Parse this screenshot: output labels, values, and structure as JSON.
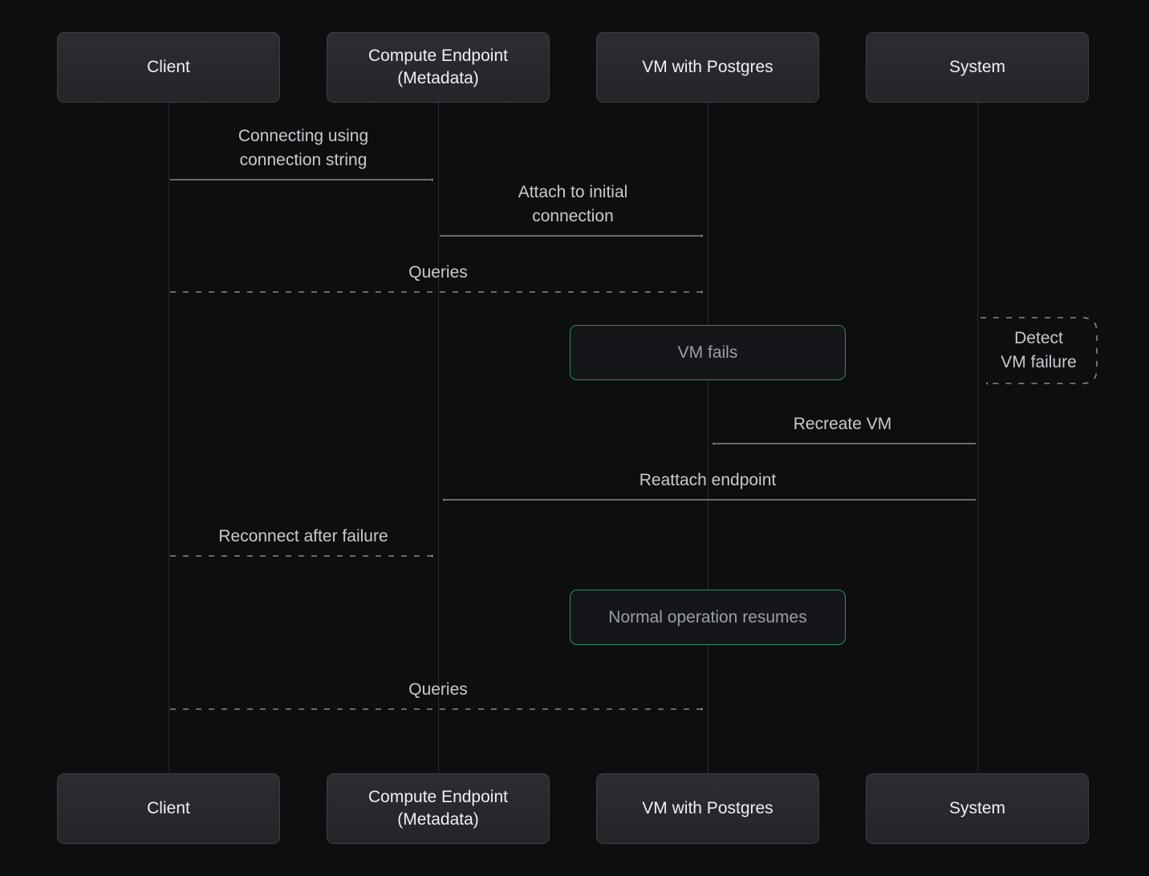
{
  "diagram": {
    "type": "sequence",
    "actors": [
      {
        "id": "client",
        "label_lines": [
          "Client"
        ]
      },
      {
        "id": "compute",
        "label_lines": [
          "Compute Endpoint",
          "(Metadata)"
        ]
      },
      {
        "id": "vm",
        "label_lines": [
          "VM with Postgres"
        ]
      },
      {
        "id": "system",
        "label_lines": [
          "System"
        ]
      }
    ],
    "messages": [
      {
        "kind": "arrow",
        "from": "client",
        "to": "compute",
        "line": "solid",
        "label_lines": [
          "Connecting using",
          "connection string"
        ]
      },
      {
        "kind": "arrow",
        "from": "compute",
        "to": "vm",
        "line": "solid",
        "label_lines": [
          "Attach to initial",
          "connection"
        ]
      },
      {
        "kind": "arrow",
        "from": "client",
        "to": "vm",
        "line": "dashed",
        "label_lines": [
          "Queries"
        ]
      },
      {
        "kind": "note",
        "over": "vm",
        "label_lines": [
          "VM fails"
        ]
      },
      {
        "kind": "self",
        "actor": "system",
        "line": "dashed",
        "label_lines": [
          "Detect",
          "VM failure"
        ]
      },
      {
        "kind": "arrow",
        "from": "system",
        "to": "vm",
        "line": "solid",
        "label_lines": [
          "Recreate VM"
        ]
      },
      {
        "kind": "arrow",
        "from": "system",
        "to": "compute",
        "line": "solid",
        "label_lines": [
          "Reattach endpoint"
        ]
      },
      {
        "kind": "arrow",
        "from": "client",
        "to": "compute",
        "line": "dashed",
        "label_lines": [
          "Reconnect after failure"
        ]
      },
      {
        "kind": "note",
        "over": "vm",
        "label_lines": [
          "Normal operation resumes"
        ]
      },
      {
        "kind": "arrow",
        "from": "client",
        "to": "vm",
        "line": "dashed",
        "label_lines": [
          "Queries"
        ]
      }
    ],
    "colors": {
      "background": "#0d0e10",
      "actor_fill_top": "#2b2d32",
      "actor_fill_bottom": "#232529",
      "actor_border": "#3c3f45",
      "actor_text": "#eef0f2",
      "message_text": "#c7cacf",
      "arrow": "#85888e",
      "lifeline": "#27292d",
      "note_border": "#2c8c66",
      "note_fill": "#141619",
      "note_text": "#9aa0a7"
    }
  }
}
